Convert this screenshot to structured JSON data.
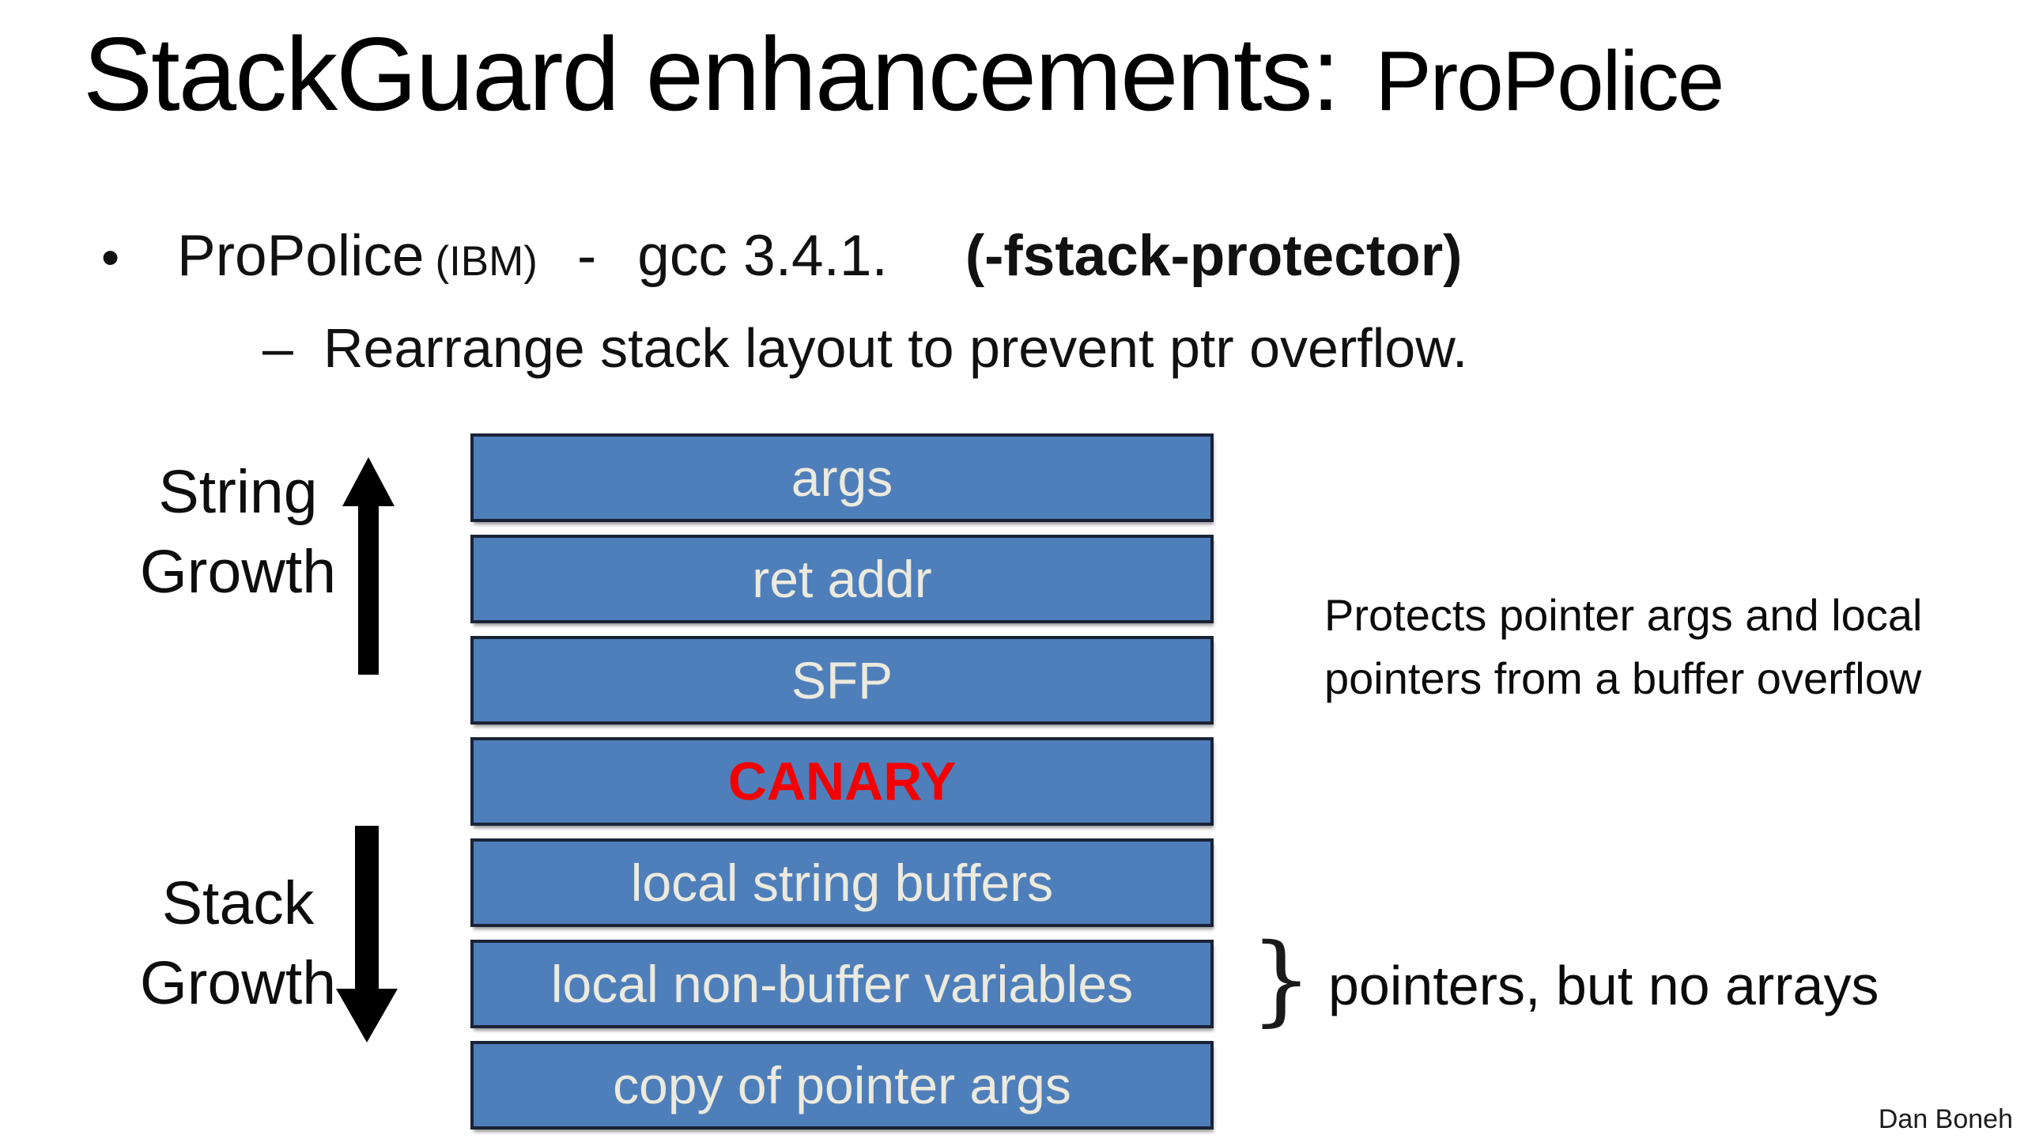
{
  "slide": {
    "title": {
      "main": "StackGuard enhancements:",
      "sub": "ProPolice"
    },
    "bullets": {
      "level1": {
        "marker": "•",
        "name": "ProPolice",
        "org": "(IBM)",
        "separator": "-",
        "compiler": "gcc 3.4.1.",
        "flag": "(-fstack-protector)"
      },
      "level2": {
        "marker": "–",
        "text": "Rearrange stack layout to prevent ptr overflow."
      }
    },
    "diagram": {
      "growth_labels": {
        "string": {
          "line1": "String",
          "line2": "Growth"
        },
        "stack": {
          "line1": "Stack",
          "line2": "Growth"
        }
      },
      "stack_boxes": [
        {
          "label": "args"
        },
        {
          "label": "ret addr"
        },
        {
          "label": "SFP"
        },
        {
          "label": "CANARY",
          "emphasis": "red-bold"
        },
        {
          "label": "local string buffers"
        },
        {
          "label": "local non-buffer variables",
          "braced": true
        },
        {
          "label": "copy of pointer args"
        }
      ],
      "colors": {
        "box_fill": "#4f7fba",
        "box_border": "#1a2336",
        "box_text": "#eceade",
        "canary_text": "#f40000",
        "arrow": "#000000"
      }
    },
    "annotations": {
      "protects_line1": "Protects pointer args and local",
      "protects_line2": "pointers from a buffer overflow",
      "brace": "}",
      "pointers_note": "pointers, but no arrays"
    },
    "credit": "Dan Boneh"
  }
}
